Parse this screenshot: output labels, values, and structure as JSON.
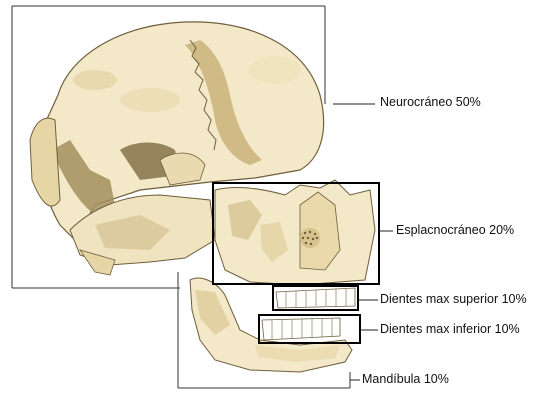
{
  "labels": {
    "neurocraneo": "Neurocráneo 50%",
    "esplacnocraneo": "Esplacnocráneo 20%",
    "dientes_superior": "Dientes max superior 10%",
    "dientes_inferior": "Dientes max inferior 10%",
    "mandibula": "Mandíbula 10%"
  },
  "colors": {
    "bone": "#f3e8c8",
    "bone_shadow": "#d6c79a",
    "bone_dark": "#9a865a",
    "outline": "#6e5f3c",
    "box_border": "#000000",
    "frame_line": "#222222"
  }
}
